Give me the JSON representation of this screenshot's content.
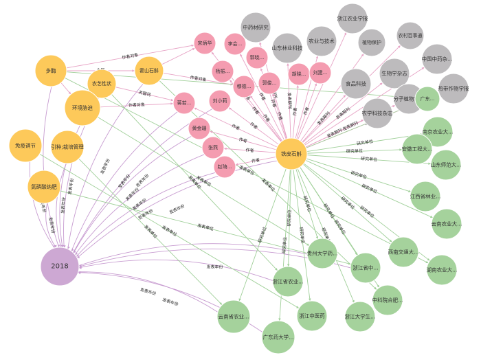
{
  "colors": {
    "yellow": "#FDC95A",
    "pink": "#F49CB0",
    "gray": "#BDBBBD",
    "green": "#A5D29C",
    "purple": "#CDA8D3",
    "edge_pink": "#E7A3C5",
    "edge_green": "#9FCF98",
    "edge_purple": "#C79BD0"
  },
  "nodes": [
    {
      "id": "n_duoci",
      "label": "多酶",
      "type": "yellow"
    },
    {
      "id": "n_nongyi",
      "label": "农艺性状",
      "type": "yellow"
    },
    {
      "id": "n_huoshan",
      "label": "霍山石斛",
      "type": "yellow"
    },
    {
      "id": "n_huanjing",
      "label": "环境胁迫",
      "type": "yellow"
    },
    {
      "id": "n_mianyi",
      "label": "免疫调节",
      "type": "yellow"
    },
    {
      "id": "n_yinzhong",
      "label": "引种;栽培管理",
      "type": "yellow"
    },
    {
      "id": "n_feiqi",
      "label": "氮磷酸纳肥",
      "type": "yellow"
    },
    {
      "id": "n_tiepi",
      "label": "铁皮石斛",
      "type": "yellow"
    },
    {
      "id": "n_2018",
      "label": "2018",
      "type": "purple"
    },
    {
      "id": "p1",
      "label": "宋炳华",
      "type": "pink"
    },
    {
      "id": "p2",
      "label": "李会...",
      "type": "pink"
    },
    {
      "id": "p3",
      "label": "郭晓...",
      "type": "pink"
    },
    {
      "id": "p4",
      "label": "杨振...",
      "type": "pink"
    },
    {
      "id": "p5",
      "label": "穆德...",
      "type": "pink"
    },
    {
      "id": "p6",
      "label": "郭俊...",
      "type": "pink"
    },
    {
      "id": "p7",
      "label": "胡晓...",
      "type": "pink"
    },
    {
      "id": "p8",
      "label": "刘建...",
      "type": "pink"
    },
    {
      "id": "p9",
      "label": "刘小莉",
      "type": "pink"
    },
    {
      "id": "p10",
      "label": "蒋若...",
      "type": "pink"
    },
    {
      "id": "p11",
      "label": "黄金珊",
      "type": "pink"
    },
    {
      "id": "p12",
      "label": "张燕",
      "type": "pink"
    },
    {
      "id": "p13",
      "label": "赵琦...",
      "type": "pink"
    },
    {
      "id": "g1",
      "label": "中药材研究",
      "type": "gray"
    },
    {
      "id": "g2",
      "label": "浙江农业学报",
      "type": "gray"
    },
    {
      "id": "g3",
      "label": "山东林业科技",
      "type": "gray"
    },
    {
      "id": "g4",
      "label": "农业与技术",
      "type": "gray"
    },
    {
      "id": "g5",
      "label": "植物保护",
      "type": "gray"
    },
    {
      "id": "g6",
      "label": "农村百事通",
      "type": "gray"
    },
    {
      "id": "g7",
      "label": "中国中药杂...",
      "type": "gray"
    },
    {
      "id": "g8",
      "label": "食品科技",
      "type": "gray"
    },
    {
      "id": "g9",
      "label": "生物学杂志",
      "type": "gray"
    },
    {
      "id": "g10",
      "label": "分子植物育种",
      "type": "gray"
    },
    {
      "id": "g11",
      "label": "热带作物学报",
      "type": "gray"
    },
    {
      "id": "g12",
      "label": "农学科技杂志",
      "type": "gray"
    },
    {
      "id": "gr1",
      "label": "广东...",
      "type": "green"
    },
    {
      "id": "gr2",
      "label": "南京农业大...",
      "type": "green"
    },
    {
      "id": "gr3",
      "label": "安徽工程大...",
      "type": "green"
    },
    {
      "id": "gr4",
      "label": "山东师范大...",
      "type": "green"
    },
    {
      "id": "gr5",
      "label": "江西省林业...",
      "type": "green"
    },
    {
      "id": "gr6",
      "label": "云南农业大...",
      "type": "green"
    },
    {
      "id": "gr7",
      "label": "西南交通大...",
      "type": "green"
    },
    {
      "id": "gr8",
      "label": "湖南农业大...",
      "type": "green"
    },
    {
      "id": "gr9",
      "label": "贵州大学药...",
      "type": "green"
    },
    {
      "id": "gr10",
      "label": "浙江省中...",
      "type": "green"
    },
    {
      "id": "gr11",
      "label": "浙江省农业...",
      "type": "green"
    },
    {
      "id": "gr12",
      "label": "中科院合肥...",
      "type": "green"
    },
    {
      "id": "gr13",
      "label": "云南省农业...",
      "type": "green"
    },
    {
      "id": "gr14",
      "label": "浙江中医药",
      "type": "green"
    },
    {
      "id": "gr15",
      "label": "浙江大学生...",
      "type": "green"
    },
    {
      "id": "gr16",
      "label": "广东药大学...",
      "type": "green"
    }
  ],
  "edges": [
    {
      "from": "n_duoci",
      "to": "p1",
      "label": "作者对象",
      "color": "edge_pink"
    },
    {
      "from": "n_huoshan",
      "to": "p1",
      "label": "",
      "color": "edge_pink"
    },
    {
      "from": "n_huoshan",
      "to": "p5",
      "label": "作者对象",
      "color": "edge_pink"
    },
    {
      "from": "n_huanjing",
      "to": "p10",
      "label": "作者对象",
      "color": "edge_pink"
    },
    {
      "from": "n_duoci",
      "to": "n_huoshan",
      "label": "主题",
      "color": "edge_pink"
    },
    {
      "from": "n_nongyi",
      "to": "p10",
      "label": "关键词",
      "color": "edge_pink"
    },
    {
      "from": "n_duoci",
      "to": "n_huanjing",
      "label": "",
      "color": "edge_pink"
    },
    {
      "from": "n_duoci",
      "to": "n_2018",
      "label": "",
      "color": "edge_purple"
    },
    {
      "from": "n_nongyi",
      "to": "n_2018",
      "label": "",
      "color": "edge_purple"
    },
    {
      "from": "n_huoshan",
      "to": "n_2018",
      "label": "发表年份",
      "color": "edge_purple"
    },
    {
      "from": "n_huanjing",
      "to": "n_2018",
      "label": "发表年份",
      "color": "edge_purple"
    },
    {
      "from": "n_mianyi",
      "to": "n_2018",
      "label": "发表年份",
      "color": "edge_purple"
    },
    {
      "from": "n_yinzhong",
      "to": "n_2018",
      "label": "发表年份",
      "color": "edge_purple"
    },
    {
      "from": "n_feiqi",
      "to": "n_2018",
      "label": "发表年份",
      "color": "edge_purple"
    },
    {
      "from": "p10",
      "to": "n_2018",
      "label": "发表年份",
      "color": "edge_purple"
    },
    {
      "from": "p11",
      "to": "n_2018",
      "label": "发表年份",
      "color": "edge_purple"
    },
    {
      "from": "p12",
      "to": "n_2018",
      "label": "发表年份",
      "color": "edge_purple"
    },
    {
      "from": "p13",
      "to": "n_2018",
      "label": "发表年份",
      "color": "edge_purple"
    },
    {
      "from": "p9",
      "to": "n_2018",
      "label": "发表年份",
      "color": "edge_purple"
    },
    {
      "from": "n_tiepi",
      "to": "n_2018",
      "label": "发表年份",
      "color": "edge_purple"
    },
    {
      "from": "gr16",
      "to": "n_2018",
      "label": "发表年份",
      "color": "edge_purple"
    },
    {
      "from": "gr13",
      "to": "n_2018",
      "label": "发表年份",
      "color": "edge_purple"
    },
    {
      "from": "gr10",
      "to": "n_2018",
      "label": "发表年份",
      "color": "edge_purple"
    },
    {
      "from": "gr11",
      "to": "n_2018",
      "label": "",
      "color": "edge_purple"
    },
    {
      "from": "gr9",
      "to": "n_2018",
      "label": "",
      "color": "edge_purple"
    },
    {
      "from": "n_huanjing",
      "to": "gr9",
      "label": "发表单位",
      "color": "edge_green"
    },
    {
      "from": "n_nongyi",
      "to": "gr11",
      "label": "发表单位",
      "color": "edge_green"
    },
    {
      "from": "n_huoshan",
      "to": "gr12",
      "label": "发表单位",
      "color": "edge_green"
    },
    {
      "from": "n_yinzhong",
      "to": "gr13",
      "label": "发表单位",
      "color": "edge_green"
    },
    {
      "from": "n_mianyi",
      "to": "gr14",
      "label": "发表单位",
      "color": "edge_green"
    },
    {
      "from": "n_duoci",
      "to": "gr8",
      "label": "发表单位",
      "color": "edge_green"
    },
    {
      "from": "n_feiqi",
      "to": "gr10",
      "label": "发表单位",
      "color": "edge_green"
    },
    {
      "from": "n_duoci",
      "to": "gr1",
      "label": "",
      "color": "edge_green"
    },
    {
      "from": "n_tiepi",
      "to": "p1",
      "label": "作者",
      "color": "edge_pink"
    },
    {
      "from": "n_tiepi",
      "to": "p2",
      "label": "作者",
      "color": "edge_pink"
    },
    {
      "from": "n_tiepi",
      "to": "p3",
      "label": "作者",
      "color": "edge_pink"
    },
    {
      "from": "n_tiepi",
      "to": "p4",
      "label": "作者",
      "color": "edge_pink"
    },
    {
      "from": "n_tiepi",
      "to": "p5",
      "label": "作者",
      "color": "edge_pink"
    },
    {
      "from": "n_tiepi",
      "to": "p6",
      "label": "作者",
      "color": "edge_pink"
    },
    {
      "from": "n_tiepi",
      "to": "p7",
      "label": "作者",
      "color": "edge_pink"
    },
    {
      "from": "n_tiepi",
      "to": "p8",
      "label": "作者",
      "color": "edge_pink"
    },
    {
      "from": "n_tiepi",
      "to": "p9",
      "label": "作者",
      "color": "edge_pink"
    },
    {
      "from": "n_tiepi",
      "to": "p10",
      "label": "作者",
      "color": "edge_pink"
    },
    {
      "from": "n_tiepi",
      "to": "p11",
      "label": "作者",
      "color": "edge_pink"
    },
    {
      "from": "n_tiepi",
      "to": "p12",
      "label": "作者",
      "color": "edge_pink"
    },
    {
      "from": "n_tiepi",
      "to": "p13",
      "label": "作者",
      "color": "edge_pink"
    },
    {
      "from": "n_tiepi",
      "to": "g1",
      "label": "发表期刊",
      "color": "edge_pink"
    },
    {
      "from": "n_tiepi",
      "to": "g2",
      "label": "",
      "color": "edge_pink"
    },
    {
      "from": "n_tiepi",
      "to": "g3",
      "label": "发表期刊",
      "color": "edge_pink"
    },
    {
      "from": "n_tiepi",
      "to": "g4",
      "label": "",
      "color": "edge_pink"
    },
    {
      "from": "n_tiepi",
      "to": "g5",
      "label": "",
      "color": "edge_pink"
    },
    {
      "from": "n_tiepi",
      "to": "g6",
      "label": "",
      "color": "edge_pink"
    },
    {
      "from": "n_tiepi",
      "to": "g7",
      "label": "",
      "color": "edge_pink"
    },
    {
      "from": "n_tiepi",
      "to": "g8",
      "label": "发表期刊",
      "color": "edge_pink"
    },
    {
      "from": "n_tiepi",
      "to": "g9",
      "label": "发表期刊",
      "color": "edge_pink"
    },
    {
      "from": "n_tiepi",
      "to": "g10",
      "label": "发表期刊",
      "color": "edge_pink"
    },
    {
      "from": "n_tiepi",
      "to": "g11",
      "label": "发表期刊",
      "color": "edge_pink"
    },
    {
      "from": "n_tiepi",
      "to": "g12",
      "label": "发表期刊",
      "color": "edge_pink"
    },
    {
      "from": "n_tiepi",
      "to": "gr1",
      "label": "",
      "color": "edge_green"
    },
    {
      "from": "n_tiepi",
      "to": "gr2",
      "label": "研究单位",
      "color": "edge_green"
    },
    {
      "from": "n_tiepi",
      "to": "gr3",
      "label": "研究单位",
      "color": "edge_green"
    },
    {
      "from": "n_tiepi",
      "to": "gr4",
      "label": "研究单位",
      "color": "edge_green"
    },
    {
      "from": "n_tiepi",
      "to": "gr5",
      "label": "研究单位",
      "color": "edge_green"
    },
    {
      "from": "n_tiepi",
      "to": "gr6",
      "label": "研究单位",
      "color": "edge_green"
    },
    {
      "from": "n_tiepi",
      "to": "gr7",
      "label": "研究单位",
      "color": "edge_green"
    },
    {
      "from": "n_tiepi",
      "to": "gr8",
      "label": "研究单位",
      "color": "edge_green"
    },
    {
      "from": "n_tiepi",
      "to": "gr9",
      "label": "研究单位",
      "color": "edge_green"
    },
    {
      "from": "n_tiepi",
      "to": "gr10",
      "label": "研究单位",
      "color": "edge_green"
    },
    {
      "from": "n_tiepi",
      "to": "gr11",
      "label": "研究单位",
      "color": "edge_green"
    },
    {
      "from": "n_tiepi",
      "to": "gr12",
      "label": "研究单位",
      "color": "edge_green"
    },
    {
      "from": "n_tiepi",
      "to": "gr13",
      "label": "研究单位",
      "color": "edge_green"
    },
    {
      "from": "n_tiepi",
      "to": "gr14",
      "label": "研究单位",
      "color": "edge_green"
    },
    {
      "from": "n_tiepi",
      "to": "gr15",
      "label": "研究单位",
      "color": "edge_green"
    },
    {
      "from": "n_tiepi",
      "to": "gr16",
      "label": "研究单位",
      "color": "edge_green"
    }
  ]
}
